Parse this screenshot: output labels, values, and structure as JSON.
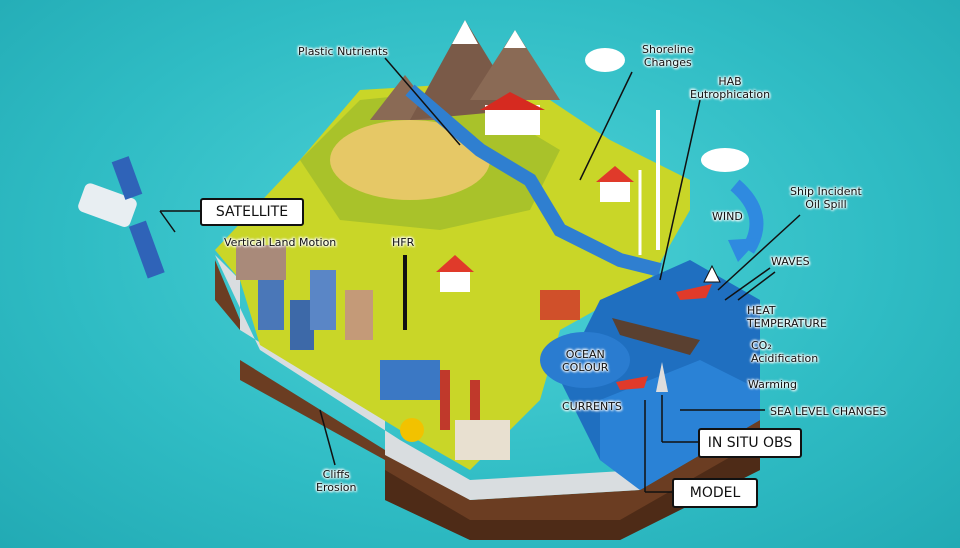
{
  "labels": {
    "plastic_nutrients": "Plastic Nutrients",
    "shoreline_changes": [
      "Shoreline",
      "Changes"
    ],
    "hab": [
      "HAB",
      "Eutrophication"
    ],
    "satellite": "SATELLITE",
    "vertical_land_motion": "Vertical Land Motion",
    "hfr": "HFR",
    "wind": "WIND",
    "ship_incident": [
      "Ship Incident",
      "Oil Spill"
    ],
    "waves": "WAVES",
    "heat_temperature": [
      "HEAT",
      "TEMPERATURE"
    ],
    "co2": "CO₂",
    "acidification": "Acidification",
    "warming": "Warming",
    "sea_level_changes": "SEA LEVEL CHANGES",
    "ocean_colour": [
      "OCEAN",
      "COLOUR"
    ],
    "currents": "CURRENTS",
    "in_situ_obs": "IN SITU OBS",
    "model": "MODEL",
    "cliffs_erosion": [
      "Cliffs",
      "Erosion"
    ]
  },
  "colors": {
    "background": "#2fbcc4",
    "land": "#c9d628",
    "sea": "#1f6fc0",
    "earth": "#6b3d22"
  }
}
